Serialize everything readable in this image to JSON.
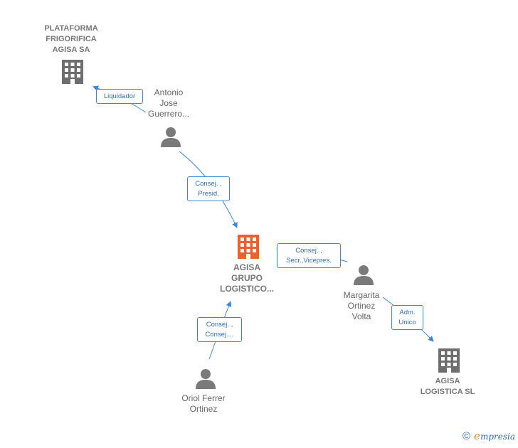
{
  "nodes": {
    "plataforma": {
      "lines": [
        "PLATAFORMA",
        "FRIGORIFICA",
        "AGISA SA"
      ],
      "type": "company",
      "color": "#6e6e6e"
    },
    "antonio": {
      "lines": [
        "Antonio",
        "Jose",
        "Guerrero..."
      ],
      "type": "person",
      "color": "#7a7a7a"
    },
    "agisa_grupo": {
      "lines": [
        "AGISA",
        "GRUPO",
        "LOGISTICO..."
      ],
      "type": "company",
      "color": "#f0602b"
    },
    "margarita": {
      "lines": [
        "Margarita",
        "Ortinez",
        "Volta"
      ],
      "type": "person",
      "color": "#7a7a7a"
    },
    "oriol": {
      "lines": [
        "Oriol Ferrer",
        "Ortinez"
      ],
      "type": "person",
      "color": "#7a7a7a"
    },
    "agisa_logistica": {
      "lines": [
        "AGISA",
        "LOGISTICA SL"
      ],
      "type": "company",
      "color": "#6e6e6e"
    }
  },
  "edges": {
    "liquidador": {
      "lines": [
        "Liquidador"
      ]
    },
    "antonio_grupo": {
      "lines": [
        "Consej. ,",
        "Presid."
      ]
    },
    "margarita_grupo": {
      "lines": [
        "Consej. ,",
        "Secr.,Vicepres."
      ]
    },
    "oriol_grupo": {
      "lines": [
        "Consej. ,",
        "Consej...."
      ]
    },
    "margarita_logistica": {
      "lines": [
        "Adm.",
        "Unico"
      ]
    }
  },
  "colors": {
    "edge": "#3a87d6",
    "edge_text": "#2f6fb5"
  },
  "brand": {
    "copyright": "©",
    "initial": "e",
    "name": "mpresia"
  }
}
